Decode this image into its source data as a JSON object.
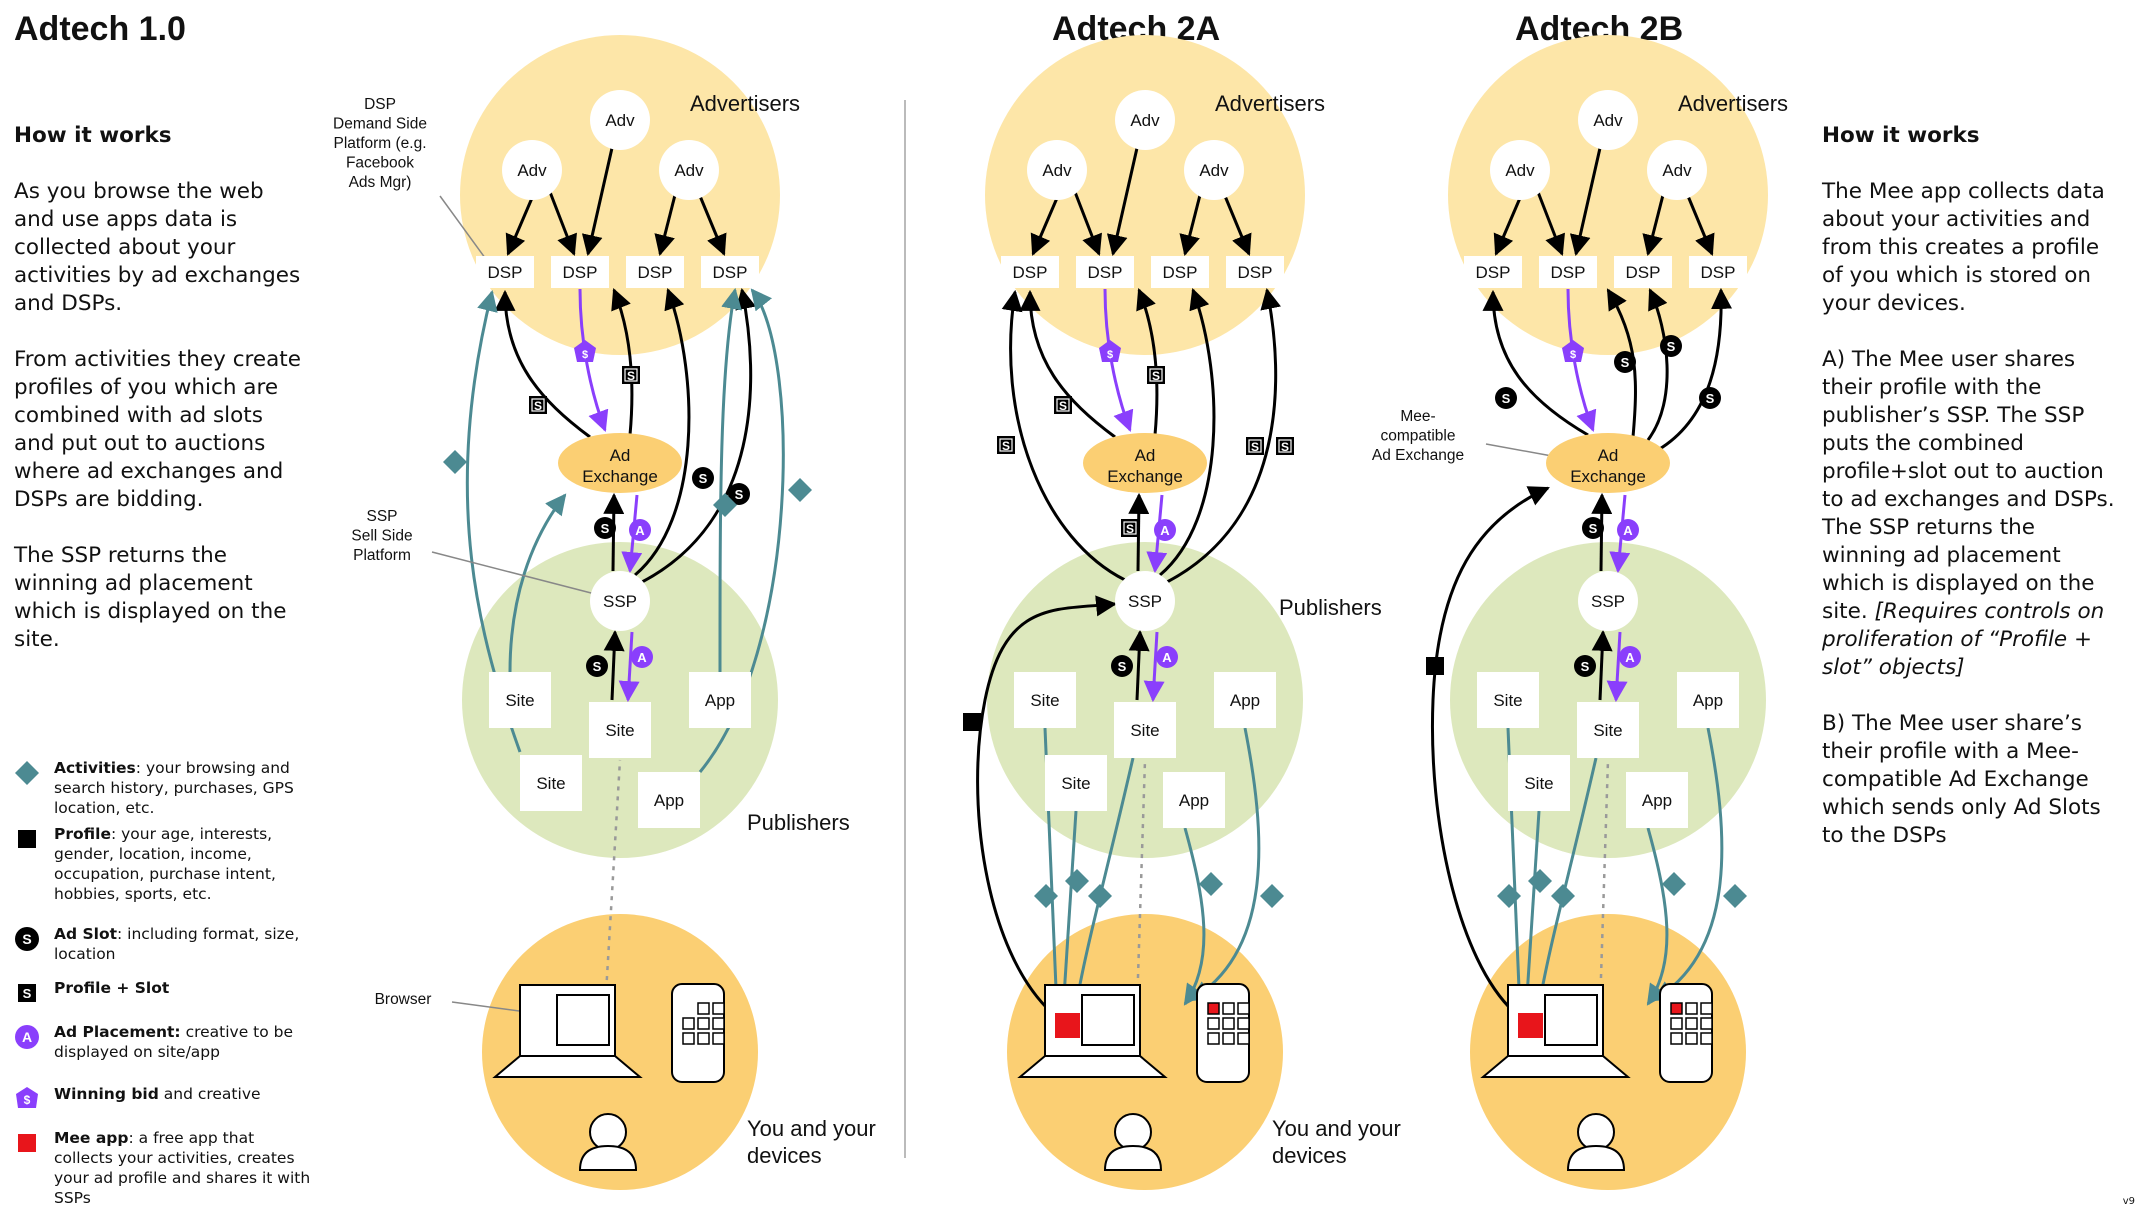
{
  "titles": {
    "left": "Adtech 1.0",
    "mid": "Adtech 2A",
    "right": "Adtech 2B"
  },
  "left_text": {
    "heading": "How it works",
    "p1": "As you browse the web and use apps data is collected about your activities by ad exchanges and DSPs.",
    "p2": "From activities they create profiles of you which are combined with ad slots and put out to auctions where ad exchanges and DSPs are bidding.",
    "p3": "The SSP returns the winning ad placement which is displayed on the site."
  },
  "right_text": {
    "heading": "How it works",
    "p1": "The Mee app collects data about your activities and from this creates a profile of you which is stored on your devices.",
    "p2a": "A) The Mee user shares their profile with the publisher’s SSP.  The SSP puts the combined profile+slot out to auction to ad exchanges and DSPs. The SSP returns the winning ad placement which is displayed on the site. ",
    "p2b": "[Requires controls on proliferation of “Profile + slot” objects]",
    "p3": "B) The Mee user share’s their profile with a Mee-compatible Ad Exchange which sends only Ad Slots to the DSPs"
  },
  "legend": [
    {
      "icon": "activity-diamond-icon",
      "bold": "Activities",
      "text": ": your browsing and search history, purchases, GPS location, etc."
    },
    {
      "icon": "profile-square-icon",
      "bold": "Profile",
      "text": ": your age, interests, gender, location, income, occupation, purchase intent, hobbies, sports, etc."
    },
    {
      "icon": "ad-slot-icon",
      "bold": "Ad Slot",
      "text": ": including format, size, location"
    },
    {
      "icon": "profile-slot-icon",
      "bold": "Profile + Slot",
      "text": ""
    },
    {
      "icon": "ad-placement-icon",
      "bold": "Ad Placement:",
      "text": " creative to be displayed on site/app"
    },
    {
      "icon": "winning-bid-icon",
      "bold": "Winning bid",
      "text": " and creative"
    },
    {
      "icon": "mee-app-icon",
      "bold": "Mee app",
      "text": ": a free app that collects your activities, creates your ad profile and shares it with SSPs"
    }
  ],
  "diagram": {
    "advertisers": "Advertisers",
    "publishers": "Publishers",
    "you_line1": "You and your",
    "you_line2": "devices",
    "adv": "Adv",
    "dsp": "DSP",
    "ssp": "SSP",
    "ad_line1": "Ad",
    "ad_line2": "Exchange",
    "site": "Site",
    "app": "App",
    "sym_s": "S",
    "sym_a": "A",
    "sym_dollar": "$",
    "dsp_callout": [
      "DSP",
      "Demand Side",
      "Platform (e.g.",
      "Facebook",
      "Ads Mgr)"
    ],
    "ssp_callout": [
      "SSP",
      "Sell Side",
      "Platform"
    ],
    "browser_callout": "Browser",
    "mee_callout": [
      "Mee-",
      "compatible",
      "Ad Exchange"
    ]
  },
  "colors": {
    "advertisers": "#fde6a8",
    "publishers": "#dde8bd",
    "you": "#fbcf73",
    "exchange": "#fbcf73",
    "activity": "#4c8a92",
    "purple": "#8a3ffc",
    "mee": "#e8151b"
  },
  "version": "v9"
}
